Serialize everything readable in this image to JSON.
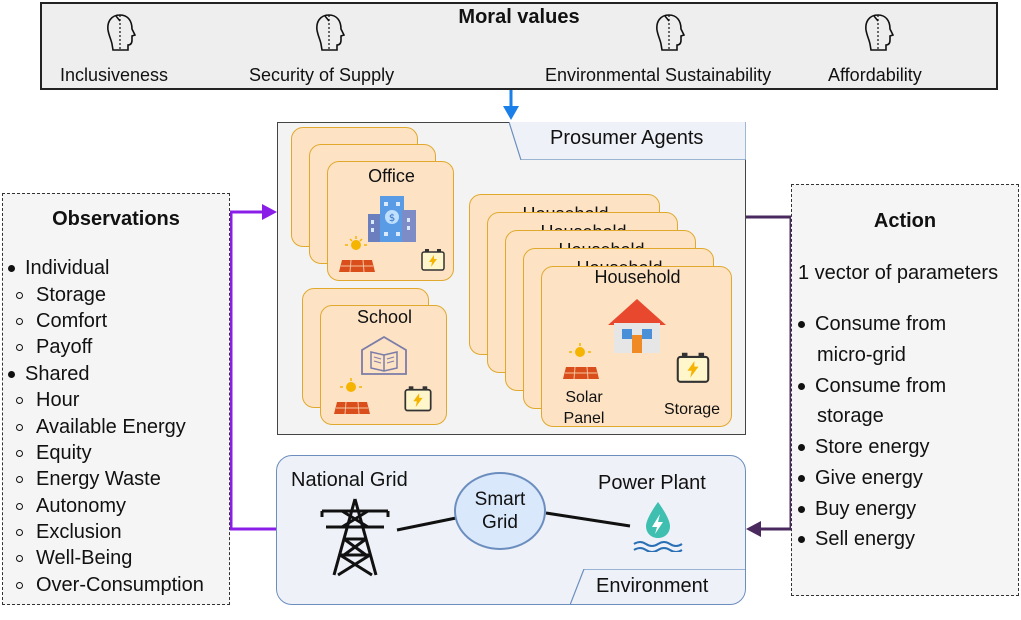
{
  "moral_values": {
    "title": "Moral values",
    "items": [
      "Inclusiveness",
      "Security of Supply",
      "Environmental Sustainability",
      "Affordability"
    ]
  },
  "prosumer": {
    "title": "Prosumer Agents",
    "office_label": "Office",
    "school_label": "School",
    "household_label": "Household",
    "stack_label": "Household",
    "solar_label": "Solar Panel",
    "storage_label": "Storage"
  },
  "environment": {
    "title": "Environment",
    "national_grid": "National Grid",
    "smart_grid": "Smart Grid",
    "power_plant": "Power Plant"
  },
  "observations": {
    "title": "Observations",
    "individual": "Individual",
    "individual_items": [
      "Storage",
      "Comfort",
      "Payoff"
    ],
    "shared": "Shared",
    "shared_items": [
      "Hour",
      "Available Energy",
      "Equity",
      "Energy Waste",
      "Autonomy",
      "Exclusion",
      "Well-Being",
      "Over-Consumption"
    ]
  },
  "action": {
    "title": "Action",
    "subtitle": "1 vector of parameters",
    "items": [
      "Consume from",
      "micro-grid",
      "Consume from",
      "storage",
      "Store energy",
      "Give energy",
      "Buy energy",
      "Sell energy"
    ]
  },
  "colors": {
    "card_fill": "#fde3c4",
    "card_border": "#e0a92e",
    "arrow_blue": "#1a7fe8",
    "arrow_purple": "#8a1ee8",
    "arrow_dark_purple": "#4a2a5e",
    "env_fill": "#eef2f8",
    "env_border": "#6c8ebf"
  }
}
